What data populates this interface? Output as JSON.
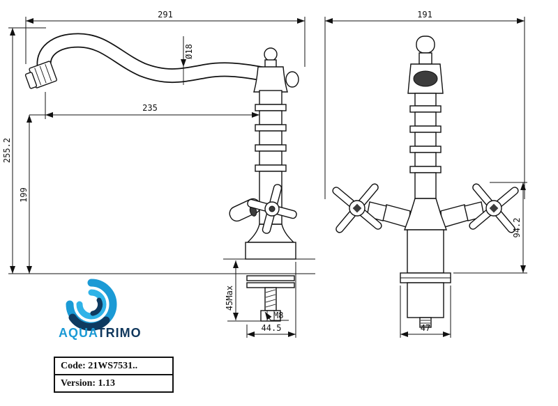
{
  "drawing": {
    "side_view": {
      "width": "291",
      "reach": "235",
      "overall_height": "255.2",
      "spout_height": "199",
      "spout_diameter": "Ø18",
      "max_mount": "45Max",
      "thread": "M8",
      "base_width": "44.5"
    },
    "front_view": {
      "width": "191",
      "handle_height": "94.2",
      "base_width": "47"
    }
  },
  "logo": {
    "aqua": "AQUA",
    "trimo": "TRIMO"
  },
  "titleblock": {
    "code_label": "Code:",
    "code_value": "21WS7531..",
    "version_label": "Version:",
    "version_value": "1.13"
  },
  "colors": {
    "line": "#111111",
    "logo_blue": "#1b9ad5",
    "logo_cyan": "#2fb3e8",
    "logo_dark": "#10375c",
    "background": "#ffffff"
  }
}
